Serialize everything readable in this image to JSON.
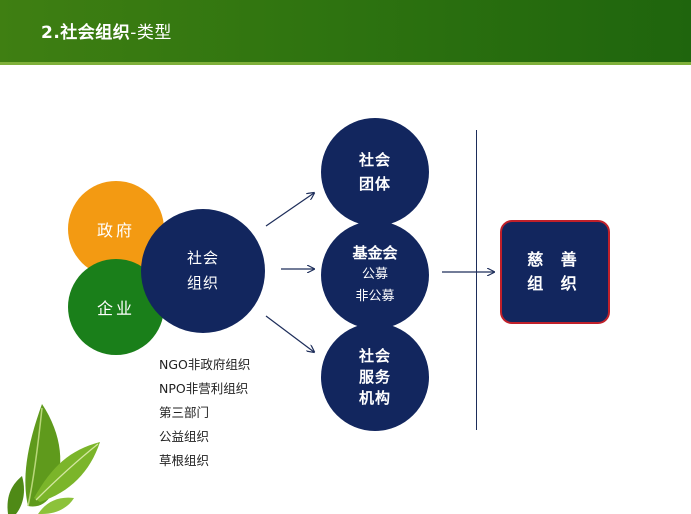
{
  "header": {
    "title_main": "2.社会组织",
    "title_sub": "-类型",
    "background_color": "#2f7410"
  },
  "diagram": {
    "government": "政府",
    "enterprise": "企业",
    "social_org": {
      "line1": "社会",
      "line2": "组织"
    },
    "social_group": {
      "line1": "社会",
      "line2": "团体"
    },
    "foundation": {
      "line1": "基金会",
      "line2": "公募",
      "line3": "非公募"
    },
    "service_org": {
      "line1": "社会",
      "line2": "服务",
      "line3": "机构"
    },
    "charity": {
      "line1": "慈 善",
      "line2": "组 织"
    },
    "aliases": [
      "NGO非政府组织",
      "NPO非营利组织",
      "第三部门",
      "公益组织",
      "草根组织"
    ]
  },
  "colors": {
    "navy": "#12265e",
    "orange": "#f39a12",
    "green": "#1a7f1a",
    "charity_border": "#c0202a"
  },
  "icons": [
    "leaf-icon"
  ]
}
